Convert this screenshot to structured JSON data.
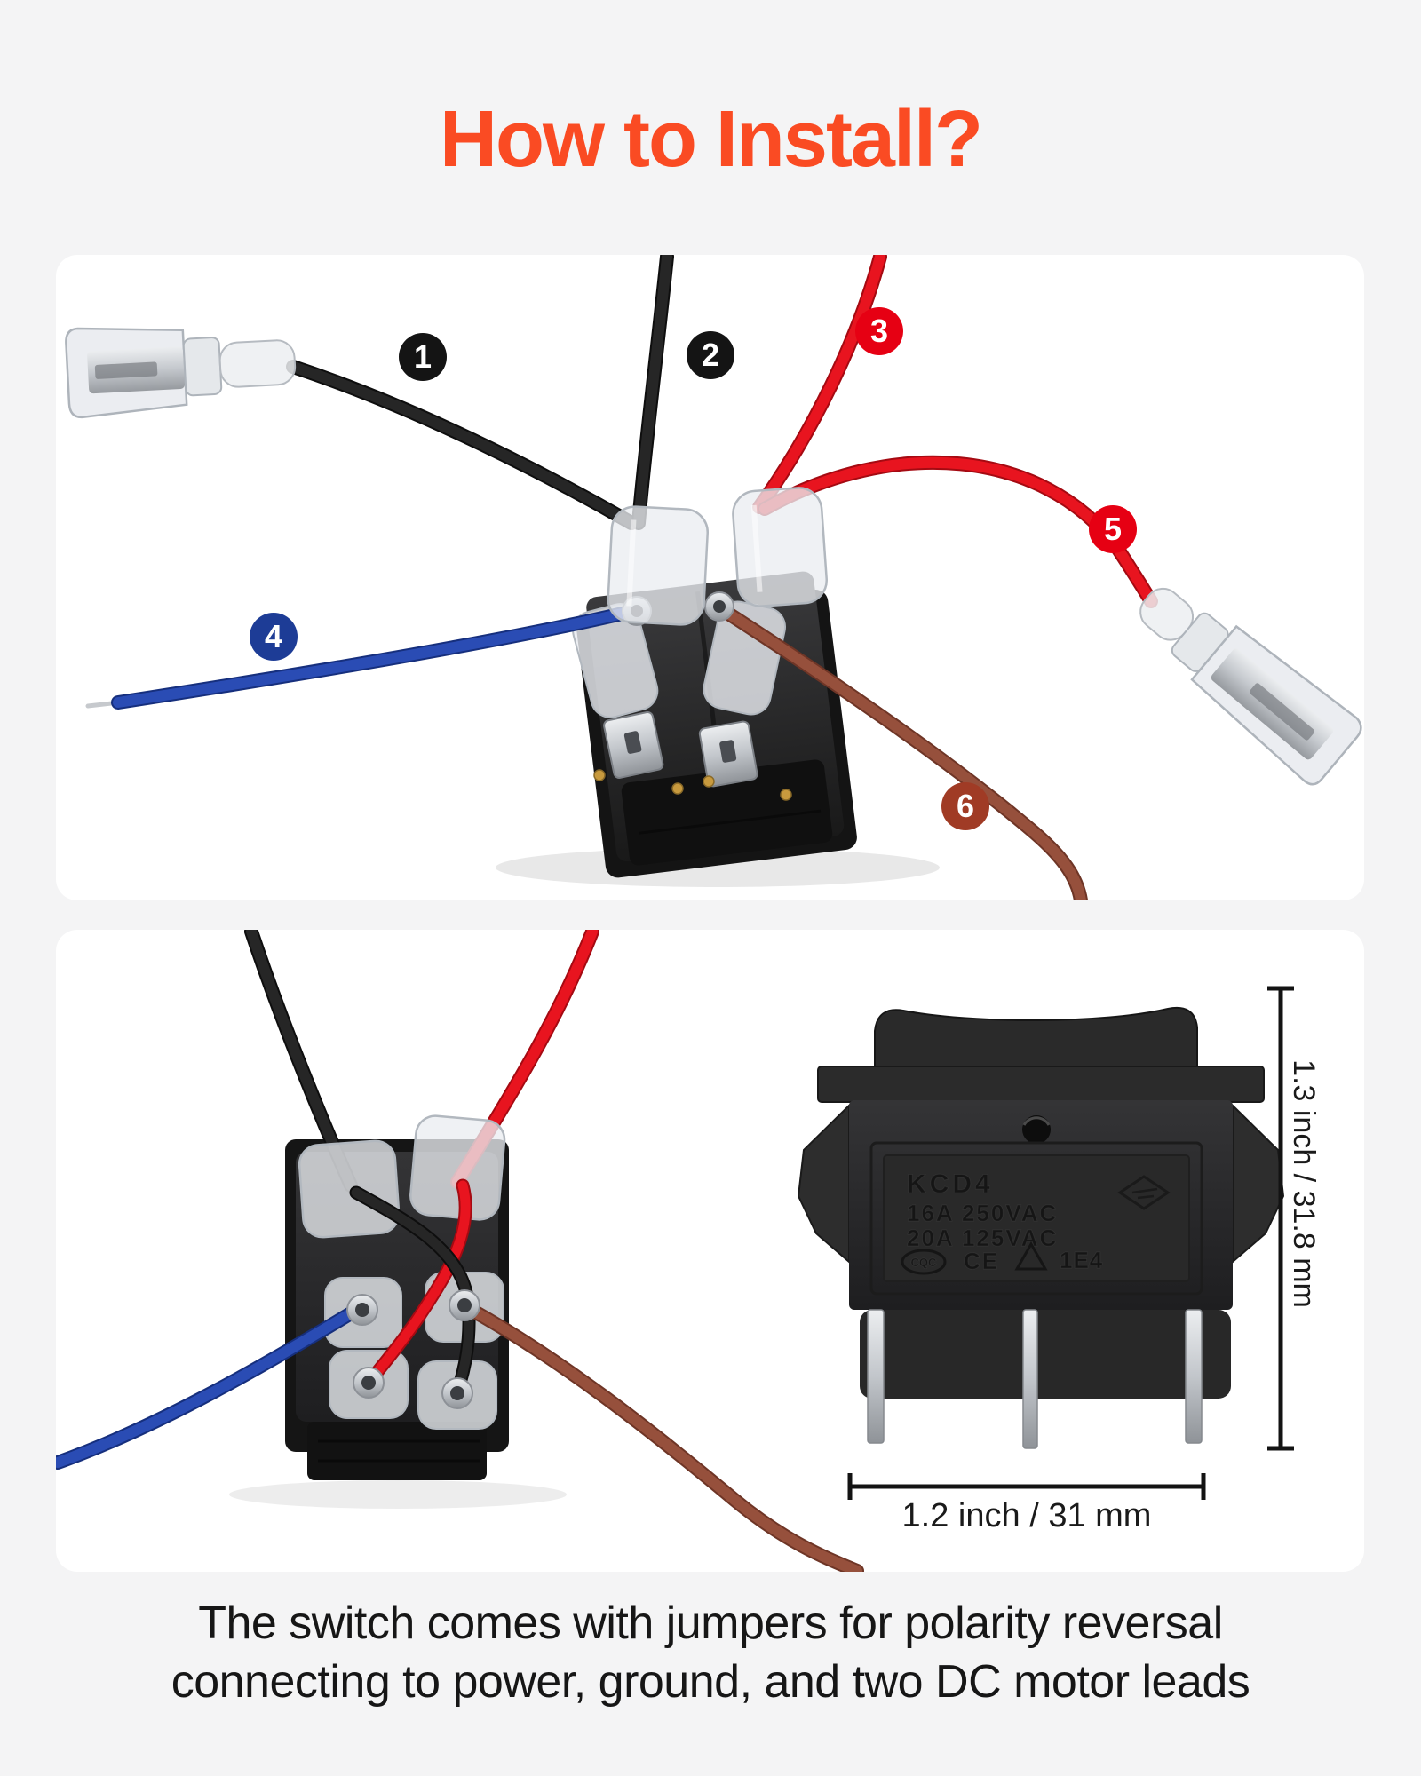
{
  "page": {
    "title": "How to Install?",
    "title_color": "#fa4b23",
    "background_color": "#f4f4f5",
    "panel_color": "#ffffff",
    "caption": {
      "line1": "The switch comes with jumpers for polarity reversal",
      "line2": "connecting to power, ground, and two DC motor leads"
    }
  },
  "wiring_steps": {
    "badges": [
      {
        "label": "1",
        "color": "#141414",
        "wire_color": "#1f1f1f"
      },
      {
        "label": "2",
        "color": "#141414",
        "wire_color": "#1f1f1f"
      },
      {
        "label": "3",
        "color": "#e60013",
        "wire_color": "#e31220"
      },
      {
        "label": "4",
        "color": "#1d3c96",
        "wire_color": "#2a4cb4"
      },
      {
        "label": "5",
        "color": "#e60013",
        "wire_color": "#e31220"
      },
      {
        "label": "6",
        "color": "#a03b25",
        "wire_color": "#96503c"
      }
    ]
  },
  "switch_markings": {
    "model": "KCD4",
    "rating_line1": "16A 250VAC",
    "rating_line2": "20A 125VAC",
    "cert_oval": "CQC",
    "cert_ce": "CE",
    "cert_code": "1E4"
  },
  "dimensions": {
    "height_label": "1.3 inch / 31.8 mm",
    "width_label": "1.2 inch / 31 mm"
  }
}
